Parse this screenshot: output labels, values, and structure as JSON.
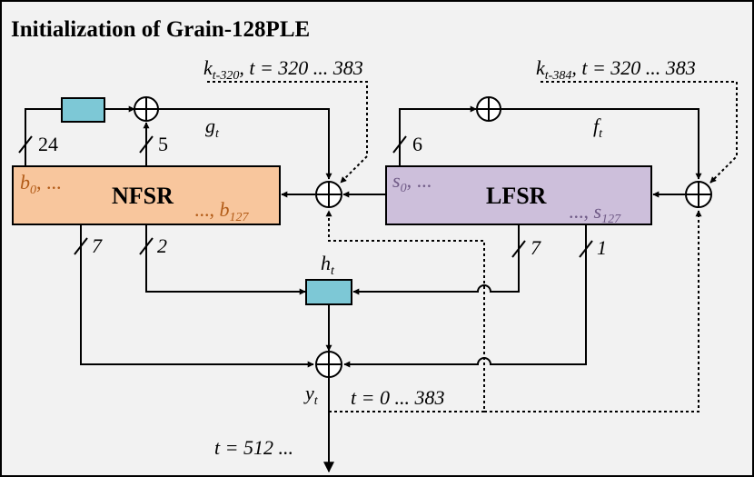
{
  "title": "Initialization of Grain-128PLE",
  "colors": {
    "background": "#f2f2f2",
    "nfsr_fill": "#f8c69d",
    "lfsr_fill": "#cdbfdb",
    "function_box_fill": "#7dc8d6",
    "nfsr_cell_text": "#b25b17",
    "lfsr_cell_text": "#6f5a86"
  },
  "nfsr": {
    "label": "NFSR",
    "first_cell": "b",
    "first_index": "0",
    "first_suffix": ", ...",
    "last_prefix": "..., ",
    "last_cell": "b",
    "last_index": "127"
  },
  "lfsr": {
    "label": "LFSR",
    "first_cell": "s",
    "first_index": "0",
    "first_suffix": ", ...",
    "last_prefix": "..., ",
    "last_cell": "s",
    "last_index": "127"
  },
  "key_inputs": {
    "nfsr_key": {
      "k": "k",
      "sub": "t-320",
      "range": ", t = 320 ... 383"
    },
    "lfsr_key": {
      "k": "k",
      "sub": "t-384",
      "range": ", t = 320 ... 383"
    }
  },
  "functions": {
    "g": {
      "symbol": "g",
      "sub": "t"
    },
    "f": {
      "symbol": "f",
      "sub": "t"
    },
    "h": {
      "symbol": "h",
      "sub": "t"
    },
    "y": {
      "symbol": "y",
      "sub": "t"
    }
  },
  "bus_widths": {
    "nfsr_to_box": "24",
    "nfsr_to_g": "5",
    "lfsr_feedback": "6",
    "nfsr_to_y": "7",
    "nfsr_to_h": "2",
    "lfsr_to_h": "7",
    "lfsr_to_y": "1"
  },
  "timing": {
    "feedback": "t = 0 ... 383",
    "output": "t = 512 ..."
  }
}
